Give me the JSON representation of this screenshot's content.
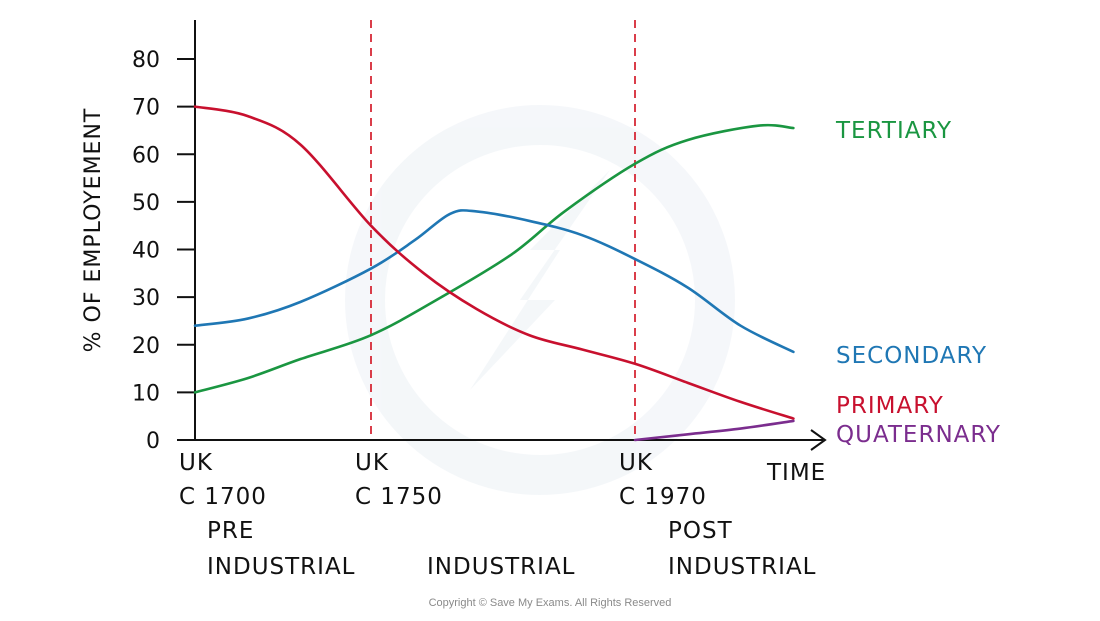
{
  "chart_data": {
    "type": "line",
    "ylabel": "% OF EMPLOYEMENT",
    "xlabel": "TIME",
    "ylim": [
      0,
      80
    ],
    "yticks": [
      0,
      10,
      20,
      30,
      40,
      50,
      60,
      70,
      80
    ],
    "grid": false,
    "x_markers": [
      {
        "lines": [
          "UK",
          "C 1700"
        ],
        "x": 0,
        "dashed": false
      },
      {
        "lines": [
          "UK",
          "C 1750"
        ],
        "x": 1,
        "dashed": true
      },
      {
        "lines": [
          "UK",
          "C 1970"
        ],
        "x": 2.5,
        "dashed": true
      }
    ],
    "stages": [
      {
        "lines": [
          "PRE",
          "INDUSTRIAL"
        ]
      },
      {
        "lines": [
          "INDUSTRIAL"
        ]
      },
      {
        "lines": [
          "POST",
          "INDUSTRIAL"
        ]
      }
    ],
    "series": [
      {
        "name": "TERTIARY",
        "color": "#1a9641",
        "points": [
          [
            0,
            10
          ],
          [
            0.3,
            13
          ],
          [
            0.6,
            17
          ],
          [
            1,
            22
          ],
          [
            1.4,
            30
          ],
          [
            1.8,
            39
          ],
          [
            2.1,
            48
          ],
          [
            2.5,
            58
          ],
          [
            2.8,
            63
          ],
          [
            3.2,
            66
          ],
          [
            3.4,
            65.5
          ]
        ]
      },
      {
        "name": "SECONDARY",
        "color": "#1f77b4",
        "points": [
          [
            0,
            24
          ],
          [
            0.3,
            25.5
          ],
          [
            0.6,
            29
          ],
          [
            1,
            36
          ],
          [
            1.25,
            42
          ],
          [
            1.45,
            47.5
          ],
          [
            1.6,
            48
          ],
          [
            1.9,
            46
          ],
          [
            2.2,
            43
          ],
          [
            2.5,
            38
          ],
          [
            2.8,
            32
          ],
          [
            3.1,
            24
          ],
          [
            3.4,
            18.5
          ]
        ]
      },
      {
        "name": "PRIMARY",
        "color": "#c8102e",
        "points": [
          [
            0,
            70
          ],
          [
            0.3,
            68
          ],
          [
            0.6,
            62
          ],
          [
            1,
            45
          ],
          [
            1.3,
            35
          ],
          [
            1.6,
            27.5
          ],
          [
            1.9,
            22
          ],
          [
            2.2,
            19
          ],
          [
            2.5,
            16
          ],
          [
            2.8,
            12
          ],
          [
            3.1,
            8
          ],
          [
            3.4,
            4.5
          ]
        ]
      },
      {
        "name": "QUATERNARY",
        "color": "#7b2d8e",
        "points": [
          [
            2.5,
            0
          ],
          [
            2.8,
            1.2
          ],
          [
            3.1,
            2.4
          ],
          [
            3.4,
            4
          ]
        ]
      }
    ]
  },
  "copyright": "Copyright © Save My Exams. All Rights Reserved"
}
